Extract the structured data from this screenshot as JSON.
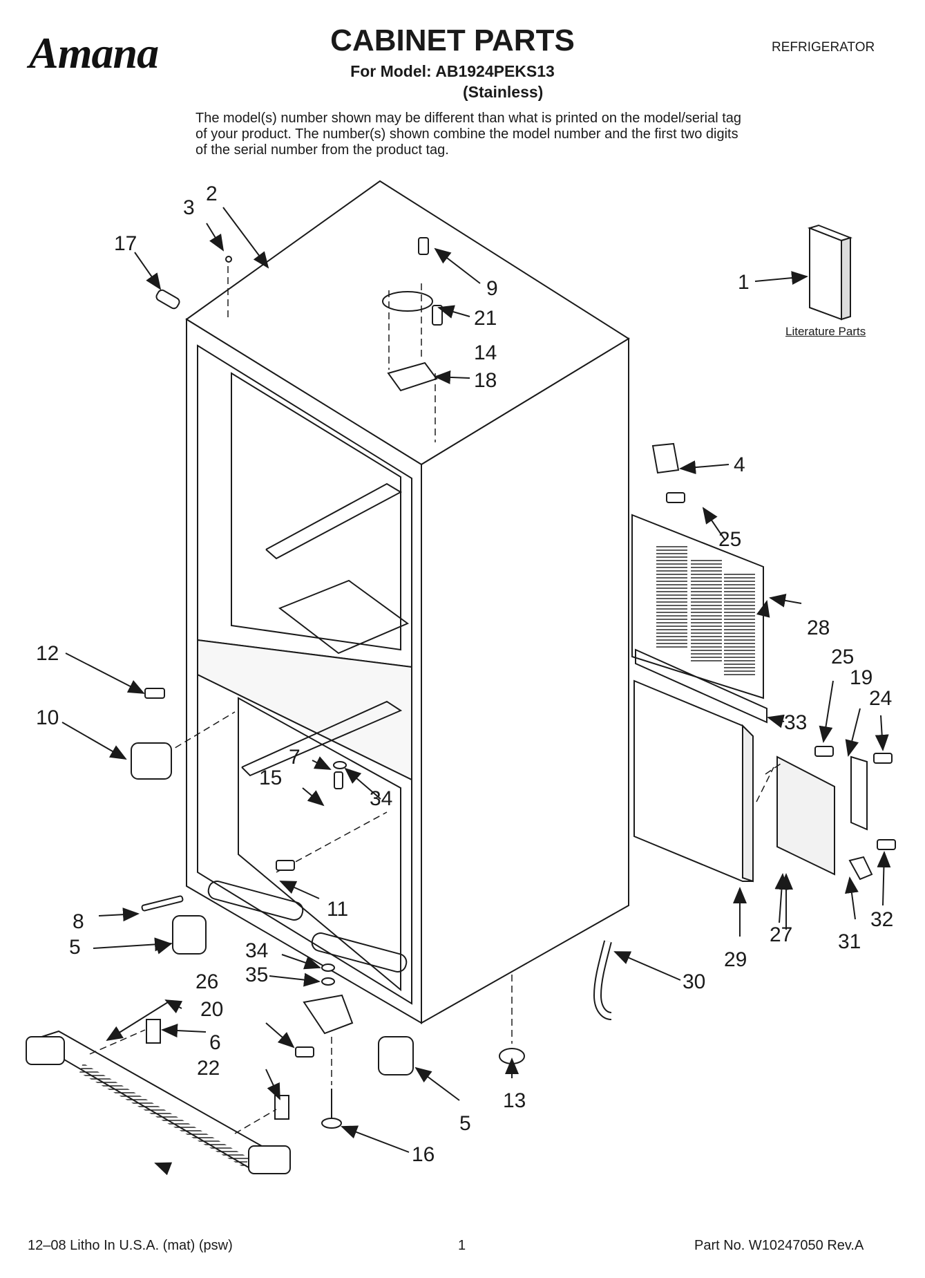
{
  "header": {
    "brand": "Amana",
    "title": "CABINET PARTS",
    "model_line": "For Model: AB1924PEKS13",
    "variant": "(Stainless)",
    "category": "REFRIGERATOR",
    "notice": "The model(s) number shown may be different than what is printed on the model/serial tag of your product. The number(s) shown combine the model number and the first two digits of the serial number from the product tag."
  },
  "literature_label": "Literature Parts",
  "callouts": [
    "1",
    "2",
    "3",
    "4",
    "5",
    "5",
    "6",
    "7",
    "8",
    "9",
    "10",
    "11",
    "12",
    "13",
    "14",
    "15",
    "16",
    "17",
    "18",
    "19",
    "20",
    "21",
    "22",
    "24",
    "25",
    "25",
    "26",
    "27",
    "28",
    "29",
    "30",
    "31",
    "32",
    "33",
    "34",
    "34",
    "35"
  ],
  "footer": {
    "print_info": "12–08 Litho In U.S.A. (mat) (psw)",
    "page": "1",
    "part_no": "Part No. W10247050 Rev.A"
  }
}
